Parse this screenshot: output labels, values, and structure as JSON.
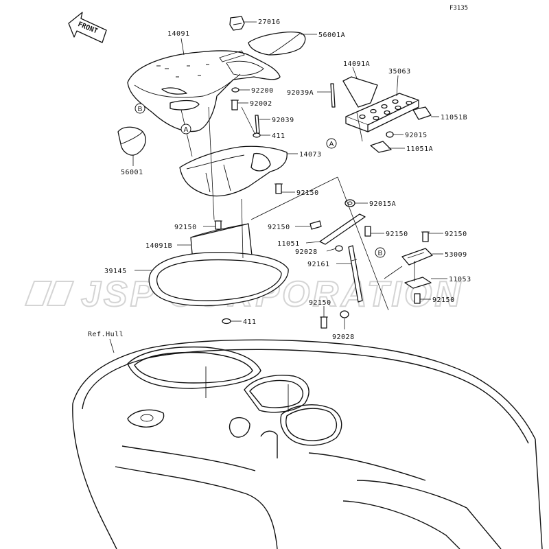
{
  "figure_code": "F3135",
  "front_label": "FRONT",
  "watermark": "JSP CORPORATION",
  "ref_hull_label": "Ref.Hull",
  "ref_markers": [
    "A",
    "B"
  ],
  "part_labels": {
    "p27016": "27016",
    "p14091": "14091",
    "p56001A": "56001A",
    "p14091A": "14091A",
    "p35063": "35063",
    "p92200": "92200",
    "p92039A": "92039A",
    "p92002": "92002",
    "p11051B": "11051B",
    "p92039": "92039",
    "p411_top": "411",
    "p92015": "92015",
    "p11051A": "11051A",
    "p14073": "14073",
    "p56001": "56001",
    "p92150_a": "92150",
    "p92015A": "92015A",
    "p92150_b": "92150",
    "p92150_c": "92150",
    "p92150_d": "92150",
    "p92150_e": "92150",
    "p14091B": "14091B",
    "p11051": "11051",
    "p92028_a": "92028",
    "p53009": "53009",
    "p39145": "39145",
    "p92161": "92161",
    "p11053": "11053",
    "p92150_f": "92150",
    "p92150_g": "92150",
    "p411_bottom": "411",
    "p92028_b": "92028"
  }
}
